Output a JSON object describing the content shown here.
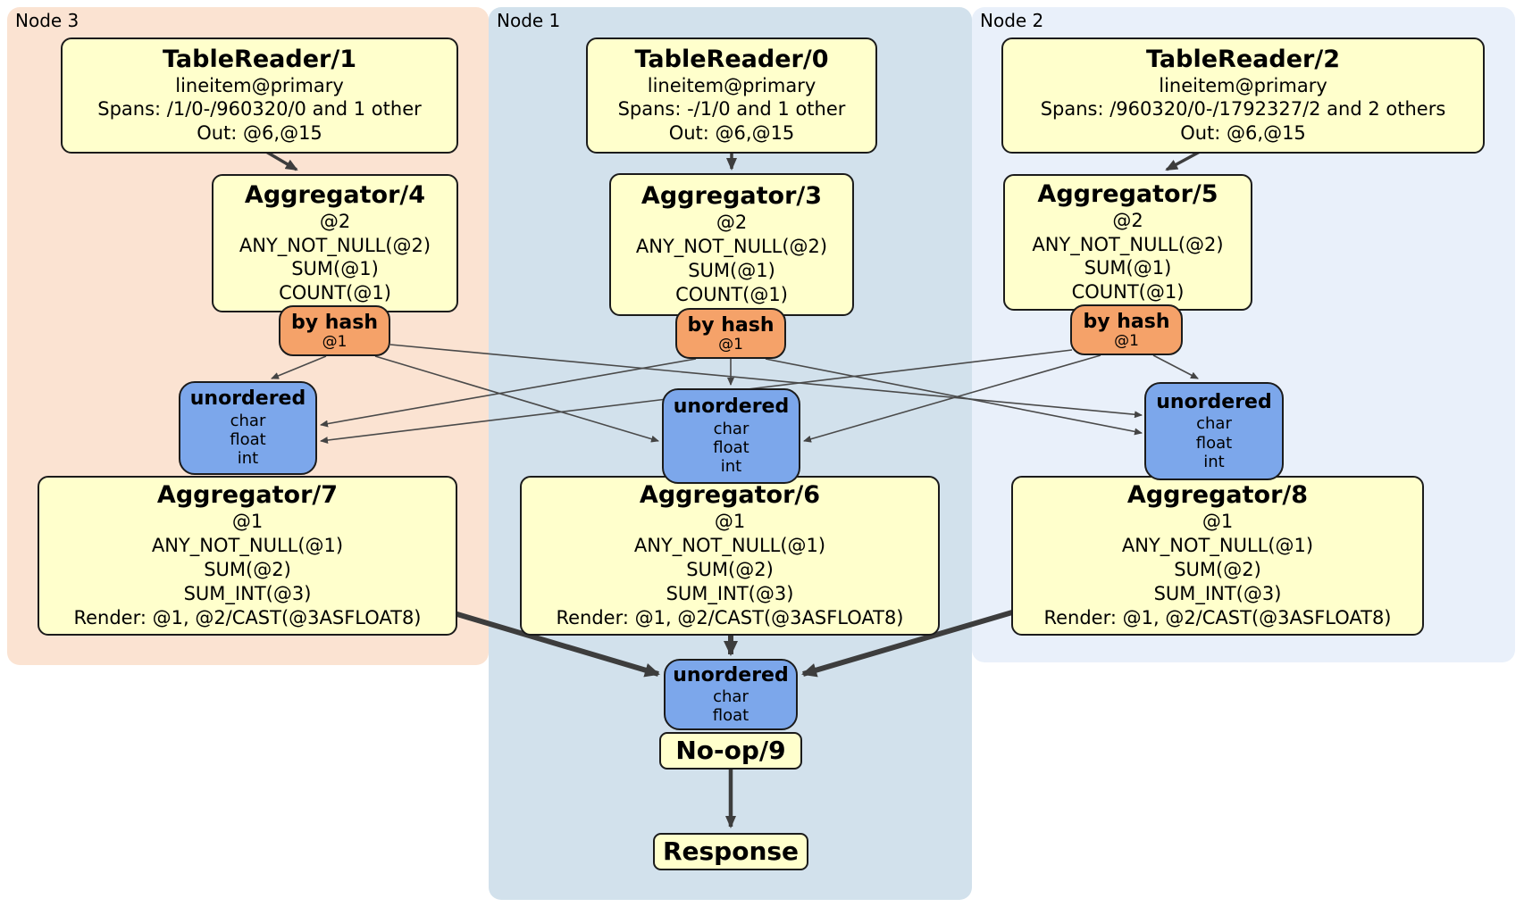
{
  "nodes": [
    {
      "label": "Node 3",
      "table_reader": {
        "title": "TableReader/1",
        "lines": [
          "lineitem@primary",
          "Spans: /1/0-/960320/0 and 1 other",
          "Out: @6,@15"
        ]
      },
      "aggregator_top": {
        "title": "Aggregator/4",
        "lines": [
          "@2",
          "ANY_NOT_NULL(@2)",
          "SUM(@1)",
          "COUNT(@1)"
        ]
      },
      "router": {
        "title": "by hash",
        "lines": [
          "@1"
        ]
      },
      "sync": {
        "title": "unordered",
        "lines": [
          "char",
          "float",
          "int"
        ]
      },
      "aggregator_bottom": {
        "title": "Aggregator/7",
        "lines": [
          "@1",
          "ANY_NOT_NULL(@1)",
          "SUM(@2)",
          "SUM_INT(@3)",
          "Render: @1, @2/CAST(@3ASFLOAT8)"
        ]
      }
    },
    {
      "label": "Node 1",
      "table_reader": {
        "title": "TableReader/0",
        "lines": [
          "lineitem@primary",
          "Spans: -/1/0 and 1 other",
          "Out: @6,@15"
        ]
      },
      "aggregator_top": {
        "title": "Aggregator/3",
        "lines": [
          "@2",
          "ANY_NOT_NULL(@2)",
          "SUM(@1)",
          "COUNT(@1)"
        ]
      },
      "router": {
        "title": "by hash",
        "lines": [
          "@1"
        ]
      },
      "sync": {
        "title": "unordered",
        "lines": [
          "char",
          "float",
          "int"
        ]
      },
      "aggregator_bottom": {
        "title": "Aggregator/6",
        "lines": [
          "@1",
          "ANY_NOT_NULL(@1)",
          "SUM(@2)",
          "SUM_INT(@3)",
          "Render: @1, @2/CAST(@3ASFLOAT8)"
        ]
      }
    },
    {
      "label": "Node 2",
      "table_reader": {
        "title": "TableReader/2",
        "lines": [
          "lineitem@primary",
          "Spans: /960320/0-/1792327/2 and 2 others",
          "Out: @6,@15"
        ]
      },
      "aggregator_top": {
        "title": "Aggregator/5",
        "lines": [
          "@2",
          "ANY_NOT_NULL(@2)",
          "SUM(@1)",
          "COUNT(@1)"
        ]
      },
      "router": {
        "title": "by hash",
        "lines": [
          "@1"
        ]
      },
      "sync": {
        "title": "unordered",
        "lines": [
          "char",
          "float",
          "int"
        ]
      },
      "aggregator_bottom": {
        "title": "Aggregator/8",
        "lines": [
          "@1",
          "ANY_NOT_NULL(@1)",
          "SUM(@2)",
          "SUM_INT(@3)",
          "Render: @1, @2/CAST(@3ASFLOAT8)"
        ]
      }
    }
  ],
  "final": {
    "sync": {
      "title": "unordered",
      "lines": [
        "char",
        "float"
      ]
    },
    "noop": {
      "title": "No-op/9"
    },
    "response": {
      "title": "Response"
    }
  },
  "colors": {
    "processor_box": "#FFFFCC",
    "router_box": "#F5A269",
    "sync_box": "#7CA7EB",
    "node3_bg": "#FBE3D2",
    "node1_bg": "#D2E1EC",
    "node2_bg": "#E9F0FA",
    "edge": "#3D3D3D",
    "box_border": "#1B1B1B"
  }
}
